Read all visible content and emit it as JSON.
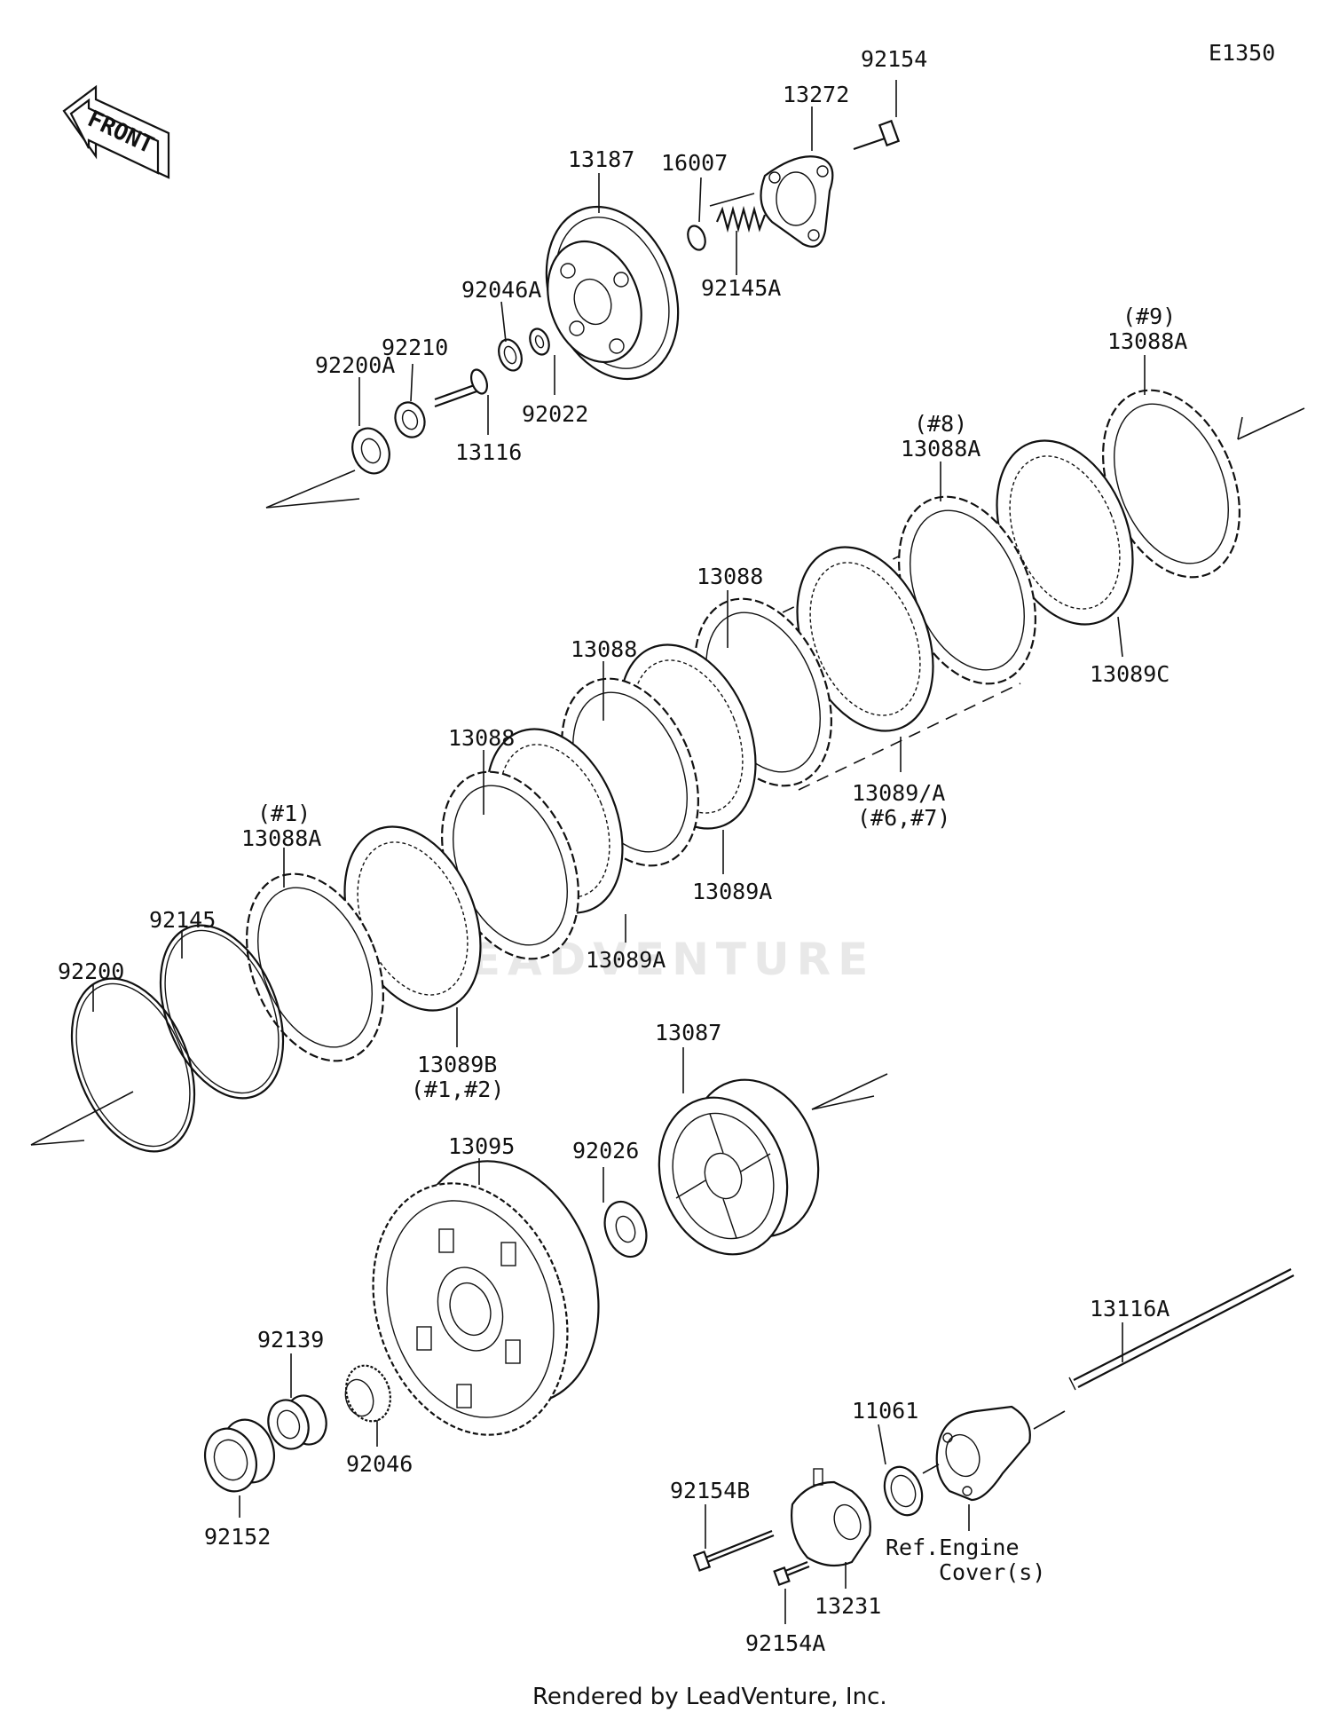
{
  "diagram_code": "E1350",
  "front_label": "FRONT",
  "watermark": "LEADVENTURE",
  "footer": "Rendered by LeadVenture, Inc.",
  "labels": {
    "p92154": "92154",
    "p13272": "13272",
    "p16007": "16007",
    "p13187": "13187",
    "p92145A": "92145A",
    "p92046A": "92046A",
    "p92210": "92210",
    "p92200A": "92200A",
    "p92022": "92022",
    "p13116": "13116",
    "p9_num": "(#9)",
    "p9_part": "13088A",
    "p8_num": "(#8)",
    "p8_part": "13088A",
    "p13089C": "13089C",
    "p13088_a": "13088",
    "p13088_b": "13088",
    "p13088_c": "13088",
    "p13089A_mid": "13089/A",
    "p13089A_mid_num": "(#6,#7)",
    "p13089A_r": "13089A",
    "p13089A_l": "13089A",
    "p1_num": "(#1)",
    "p1_part": "13088A",
    "p92145": "92145",
    "p92200": "92200",
    "p13089B": "13089B",
    "p13089B_num": "(#1,#2)",
    "p13087": "13087",
    "p13095": "13095",
    "p92026": "92026",
    "p92139": "92139",
    "p92046": "92046",
    "p92152": "92152",
    "p13116A": "13116A",
    "p11061": "11061",
    "p92154B": "92154B",
    "p13231": "13231",
    "p92154A": "92154A",
    "ref_line1": "Ref.Engine",
    "ref_line2": "Cover(s)"
  }
}
